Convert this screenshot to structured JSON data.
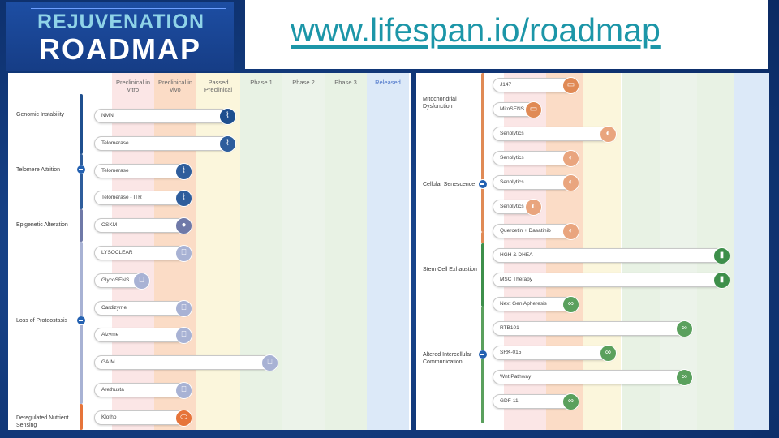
{
  "logo": {
    "line1": "REJUVENATION",
    "line2": "ROADMAP"
  },
  "url": "www.lifespan.io/roadmap",
  "columns": [
    "Preclinical in vitro",
    "Preclinical in vivo",
    "Passed Preclinical",
    "Phase 1",
    "Phase 2",
    "Phase 3",
    "Released"
  ],
  "colors": {
    "genomic": "#1f4f8f",
    "telomere": "#2e5d9c",
    "epigenetic": "#6f79a8",
    "proteostasis": "#a8b2d4",
    "nutrient": "#e6743a",
    "mito": "#e08a55",
    "senescence": "#e08a55",
    "stem": "#3d8f4a",
    "intercellular": "#5aa05d"
  },
  "left": {
    "categories": [
      {
        "label": "Genomic Instability"
      },
      {
        "label": "Telomere Attrition"
      },
      {
        "label": "Epigenetic Alteration"
      },
      {
        "label": "Loss of Proteostasis"
      },
      {
        "label": "Deregulated Nutrient Sensing"
      }
    ],
    "items": [
      {
        "label": "NMN",
        "icon": "dna-icon",
        "stage": 3,
        "color": "#1f4f8f"
      },
      {
        "label": "Telomerase",
        "icon": "dna-icon",
        "stage": 3,
        "color": "#2e5d9c"
      },
      {
        "label": "Telomerase",
        "icon": "dna-icon",
        "stage": 2,
        "color": "#2e5d9c"
      },
      {
        "label": "Telomerase - ITR",
        "icon": "dna-icon",
        "stage": 2,
        "color": "#2e5d9c"
      },
      {
        "label": "OSKM",
        "icon": "toggle-icon",
        "stage": 2,
        "color": "#6f79a8"
      },
      {
        "label": "LYSOCLEAR",
        "icon": "trash-icon",
        "stage": 2,
        "color": "#a8b2d4"
      },
      {
        "label": "GlycoSENS",
        "icon": "trash-icon",
        "stage": 1,
        "color": "#a8b2d4"
      },
      {
        "label": "Cardizyme",
        "icon": "trash-icon",
        "stage": 2,
        "color": "#a8b2d4"
      },
      {
        "label": "Alzyme",
        "icon": "trash-icon",
        "stage": 2,
        "color": "#a8b2d4"
      },
      {
        "label": "GAIM",
        "icon": "trash-icon",
        "stage": 4,
        "color": "#a8b2d4"
      },
      {
        "label": "Arethusta",
        "icon": "trash-icon",
        "stage": 2,
        "color": "#a8b2d4"
      },
      {
        "label": "Klotho",
        "icon": "pill-icon",
        "stage": 2,
        "color": "#e6743a"
      }
    ]
  },
  "right": {
    "categories": [
      {
        "label": "Mitochondrial Dysfunction"
      },
      {
        "label": "Cellular Senescence"
      },
      {
        "label": "Stem Cell Exhaustion"
      },
      {
        "label": "Altered Intercellular Communication"
      }
    ],
    "items": [
      {
        "label": "J147",
        "icon": "battery-icon",
        "stage": 2,
        "color": "#e08a55"
      },
      {
        "label": "MitoSENS",
        "icon": "battery-icon",
        "stage": 1,
        "color": "#e08a55"
      },
      {
        "label": "Senolytics",
        "icon": "cell-icon",
        "stage": 3,
        "color": "#e9a57e"
      },
      {
        "label": "Senolytics",
        "icon": "cell-icon",
        "stage": 2,
        "color": "#e9a57e"
      },
      {
        "label": "Senolytics",
        "icon": "cell-icon",
        "stage": 2,
        "color": "#e9a57e"
      },
      {
        "label": "Senolytics",
        "icon": "cell-icon",
        "stage": 1,
        "color": "#e9a57e"
      },
      {
        "label": "Quercetin + Dasatinib",
        "icon": "cell-icon",
        "stage": 2,
        "color": "#e9a57e"
      },
      {
        "label": "HGH & DHEA",
        "icon": "shield-icon",
        "stage": 6,
        "color": "#3d8f4a"
      },
      {
        "label": "MSC Therapy",
        "icon": "shield-icon",
        "stage": 6,
        "color": "#3d8f4a"
      },
      {
        "label": "Next Gen Apheresis",
        "icon": "link-icon",
        "stage": 2,
        "color": "#5aa05d"
      },
      {
        "label": "RTB101",
        "icon": "link-icon",
        "stage": 5,
        "color": "#5aa05d"
      },
      {
        "label": "SRK-015",
        "icon": "link-icon",
        "stage": 3,
        "color": "#5aa05d"
      },
      {
        "label": "Wnt Pathway",
        "icon": "link-icon",
        "stage": 5,
        "color": "#5aa05d"
      },
      {
        "label": "GDF-11",
        "icon": "link-icon",
        "stage": 2,
        "color": "#5aa05d"
      }
    ]
  }
}
